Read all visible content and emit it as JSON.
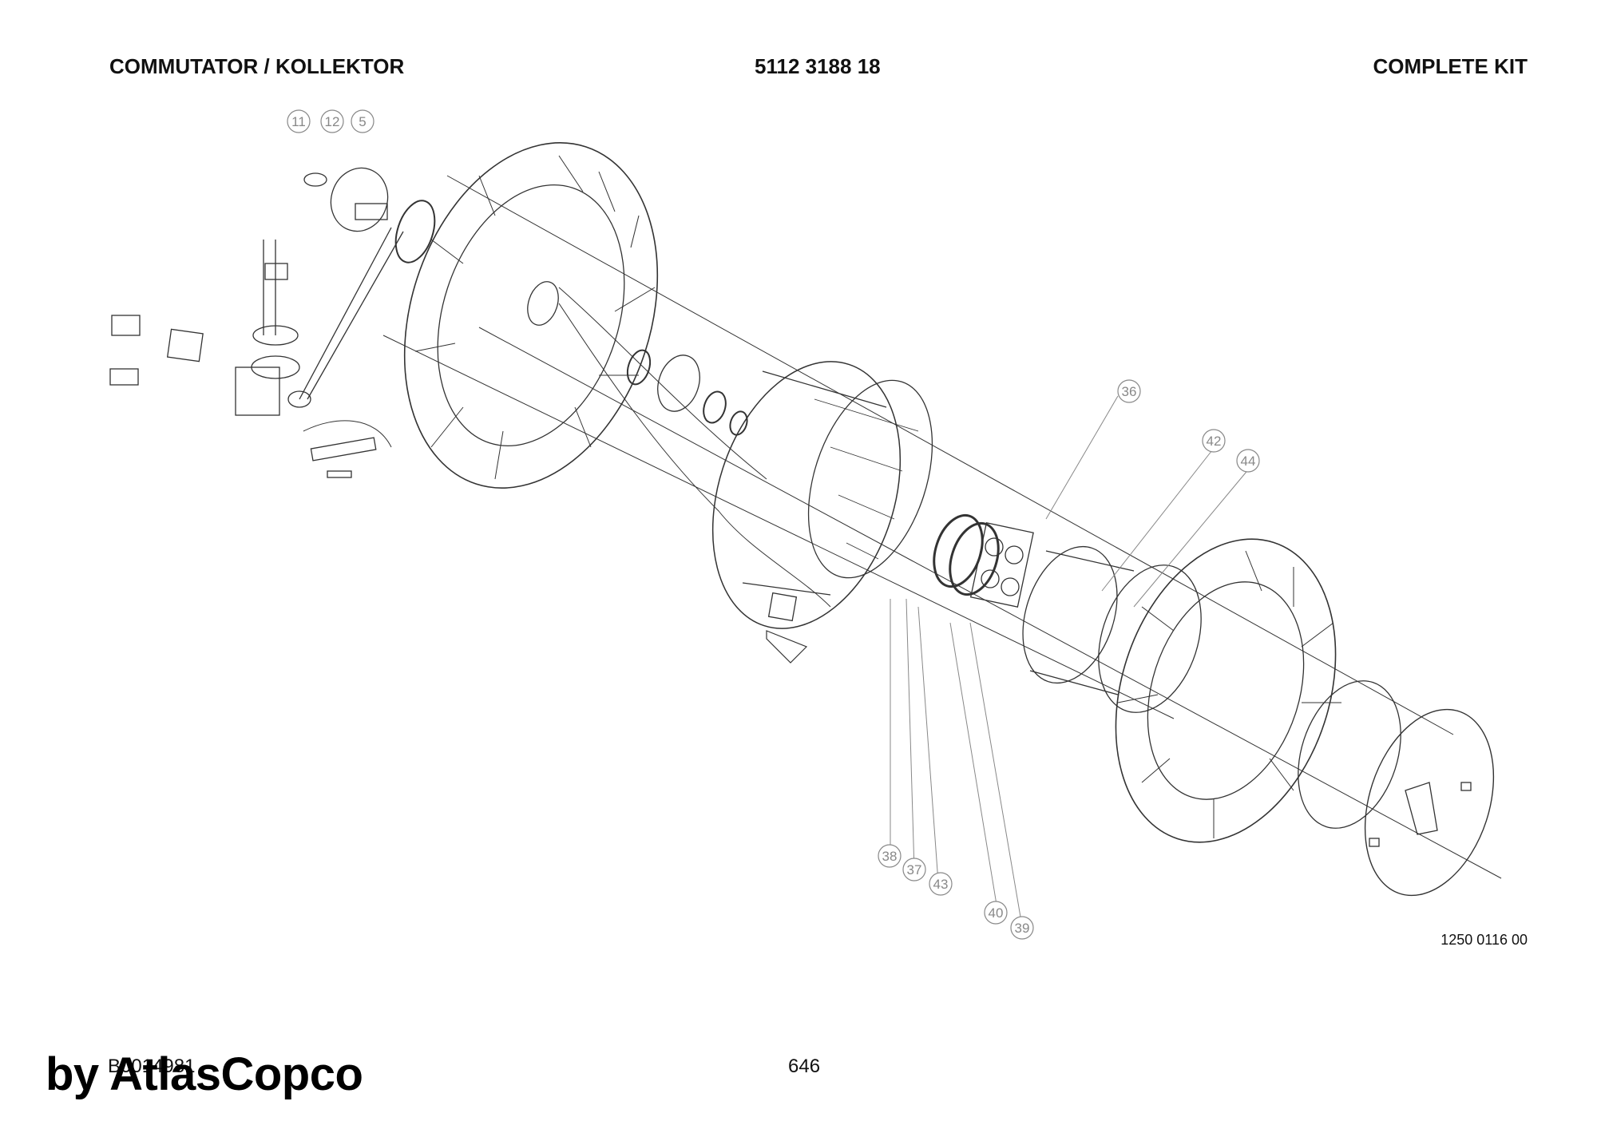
{
  "header": {
    "left": "COMMUTATOR / KOLLEKTOR",
    "center": "5112 3188 18",
    "right": "COMPLETE KIT"
  },
  "drawing_number": "1250 0116 00",
  "footer": {
    "doc_code": "B0014981",
    "page": "646",
    "watermark": "by AtlasCopco"
  },
  "callouts": [
    "11",
    "12",
    "5",
    "36",
    "42",
    "44",
    "38",
    "37",
    "43",
    "40",
    "39"
  ],
  "colors": {
    "line": "#333333",
    "callout": "#888888"
  }
}
